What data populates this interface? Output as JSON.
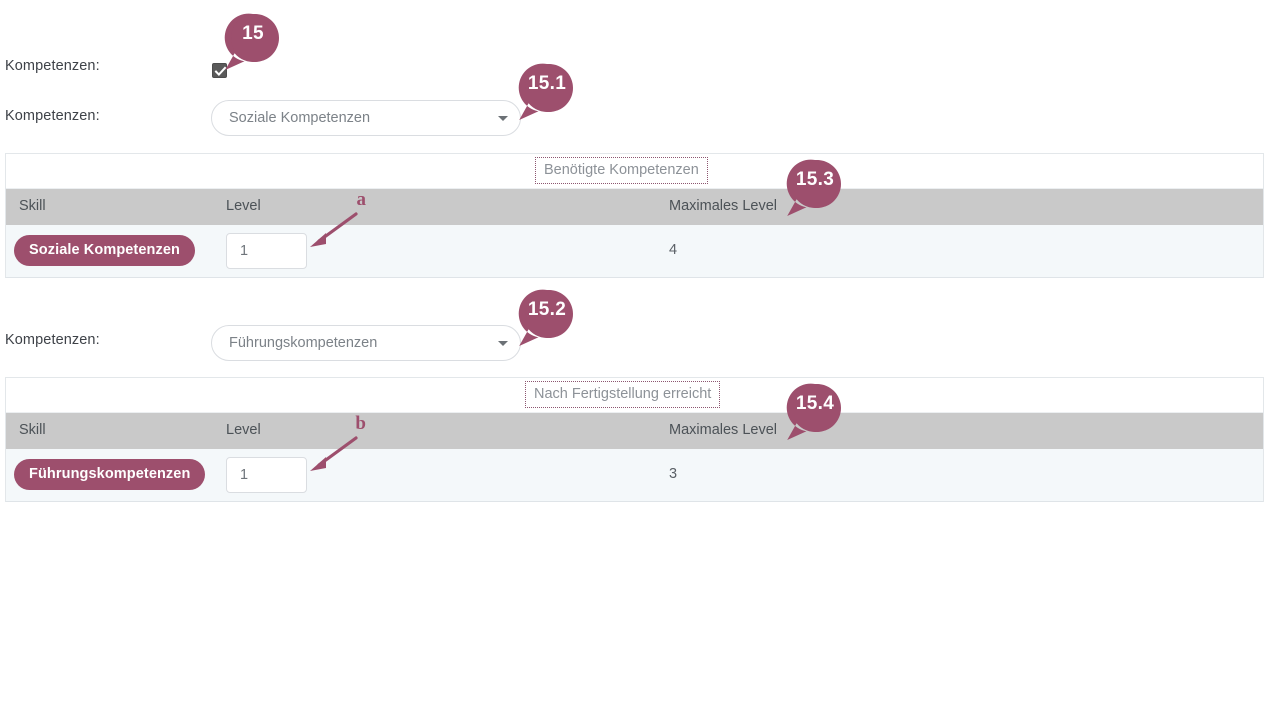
{
  "theme": {
    "accent": "#9d4f6d",
    "header_bg": "#c9c9c9",
    "row_bg": "#f4f8fa",
    "label_color": "#3e4248",
    "muted_text": "#7c8288",
    "checkbox_fill": "#5a5a5a"
  },
  "sections": [
    {
      "toggle_label": "Kompetenzen:",
      "checkbox_checked": true,
      "select_label": "Kompetenzen:",
      "select_value": "Soziale Kompetenzen",
      "caption": "Benötigte Kompetenzen",
      "columns": [
        "Skill",
        "Level",
        "Maximales Level"
      ],
      "rows": [
        {
          "skill": "Soziale Kompetenzen",
          "level": "1",
          "max_level": "4"
        }
      ]
    },
    {
      "select_label": "Kompetenzen:",
      "select_value": "Führungskompetenzen",
      "caption": "Nach Fertigstellung erreicht",
      "columns": [
        "Skill",
        "Level",
        "Maximales Level"
      ],
      "rows": [
        {
          "skill": "Führungskompetenzen",
          "level": "1",
          "max_level": "3"
        }
      ]
    }
  ],
  "annotations": {
    "pins": [
      {
        "id": "15",
        "target": "kompetenzen-checkbox"
      },
      {
        "id": "15.1",
        "target": "select-soziale-kompetenzen"
      },
      {
        "id": "15.3",
        "target": "maximales-level-header-1"
      },
      {
        "id": "15.2",
        "target": "select-fuehrungskompetenzen"
      },
      {
        "id": "15.4",
        "target": "maximales-level-header-2"
      }
    ],
    "arrows": [
      {
        "id": "a",
        "target": "level-input-1"
      },
      {
        "id": "b",
        "target": "level-input-2"
      }
    ]
  }
}
